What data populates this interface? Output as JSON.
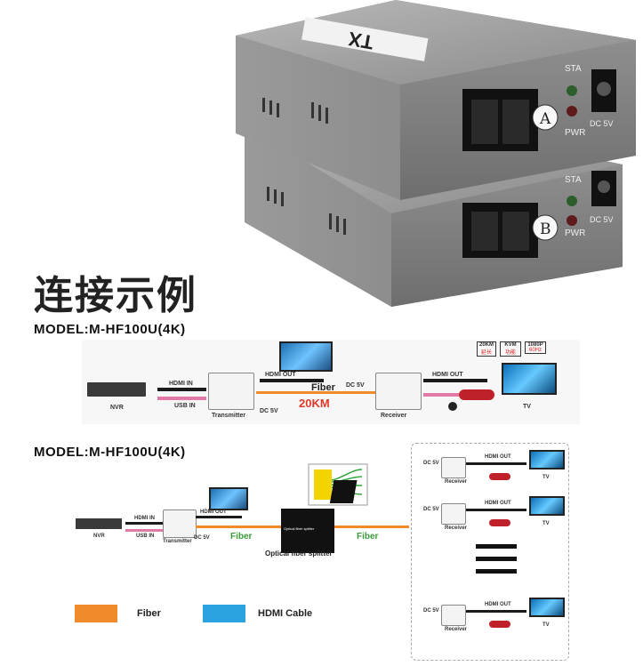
{
  "heading": "连接示例",
  "device": {
    "tx_label": "TX",
    "status_sta": "STA",
    "status_pwr": "PWR",
    "power_label": "DC 5V",
    "port_a": "A",
    "port_b": "B"
  },
  "diagram1": {
    "model": "MODEL:M-HF100U(4K)",
    "nvr": "NVR",
    "hdmi_in": "HDMI IN",
    "usb_in": "USB IN",
    "transmitter": "Transmitter",
    "tx_dc": "DC 5V",
    "hdmi_out_tx": "HDMI OUT",
    "fiber": "Fiber",
    "distance": "20KM",
    "rx_dc": "DC 5V",
    "receiver": "Receiver",
    "hdmi_out_rx": "HDMI OUT",
    "tv": "TV",
    "badges": [
      {
        "top": "20KM",
        "bottom": "延长"
      },
      {
        "top": "KVM",
        "bottom": "功能"
      },
      {
        "top": "1080P",
        "bottom": "60Hz"
      }
    ]
  },
  "diagram2": {
    "model": "MODEL:M-HF100U(4K)",
    "nvr": "NVR",
    "hdmi_in": "HDMI IN",
    "usb_in": "USB IN",
    "transmitter": "Transmitter",
    "tx_dc": "DC 5V",
    "hdmi_out": "HDMI OUT",
    "fiber_left": "Fiber",
    "fiber_right": "Fiber",
    "splitter_box": "Optical fiber splitter",
    "splitter_caption": "Optical fiber splitter",
    "receivers": [
      {
        "dc": "DC 5V",
        "hdmi_out": "HDMI OUT",
        "receiver": "Receiver",
        "tv": "TV"
      },
      {
        "dc": "DC 5V",
        "hdmi_out": "HDMI OUT",
        "receiver": "Receiver",
        "tv": "TV"
      },
      {
        "dc": "DC 5V",
        "hdmi_out": "HDMI OUT",
        "receiver": "Receiver",
        "tv": "TV"
      }
    ]
  },
  "legend": {
    "fiber": "Fiber",
    "fiber_color": "#f08a2a",
    "hdmi": "HDMI Cable",
    "hdmi_color": "#2aa3e0"
  }
}
